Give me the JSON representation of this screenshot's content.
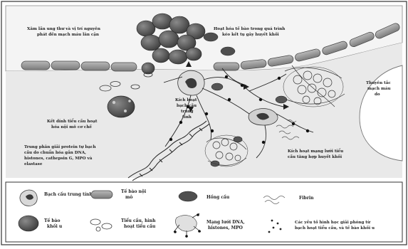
{
  "labels": {
    "top_left_1": "Xâm lấn ung thư và vị trí nguyên",
    "top_left_2": "phát đến mạch máu lân cận",
    "top_center_1": "Hoạt hóa tế bào trong quá trình",
    "top_center_2": "kéo kết tụ gây huyết khối",
    "right_1": "Thuyên tắc",
    "right_2": "mạch máu",
    "right_3": "do",
    "center_1": "Kích hoạt",
    "center_2": "bạch cầu",
    "center_3": "trung",
    "center_4": "tính",
    "mid_left_1": "Kết dính tiểu cầu hoạt",
    "mid_left_2": "hóa nội mô cơ chế",
    "bottom_left_1": "Trung phân giải protein tự bạch",
    "bottom_left_2": "cầu do chuẩn hóa gắn DNA,",
    "bottom_left_3": "histones, cathepsin G, MPO và",
    "bottom_left_4": "elastase",
    "bottom_right_1": "Kích hoạt mạng lưới tiểu",
    "bottom_right_2": "cầu tăng hợp huyết khối"
  },
  "legend": {
    "neutrophil": "Bạch cầu trung tính",
    "endothelial_1": "Tế bào nội",
    "endothelial_2": "mô",
    "rbc": "Hồng cầu",
    "fibrin": "Fibrin",
    "tumor_1": "Tế bào",
    "tumor_2": "khối u",
    "platelet_1": "Tiểu cầu, hình",
    "platelet_2": "hoạt tiểu cầu",
    "net_1": "Mạng lưới DNA,",
    "net_2": "histones, MPO",
    "note_1": "Các yếu tố hình học giải phóng từ",
    "note_2": "bạch hoạt tiểu cầu, và tế bào khối u"
  },
  "colors": {
    "tumor": "#5a5a5a",
    "vessel_wall": "#9a9a9a",
    "lumen": "#ececec",
    "ink": "#1e1e1e"
  }
}
